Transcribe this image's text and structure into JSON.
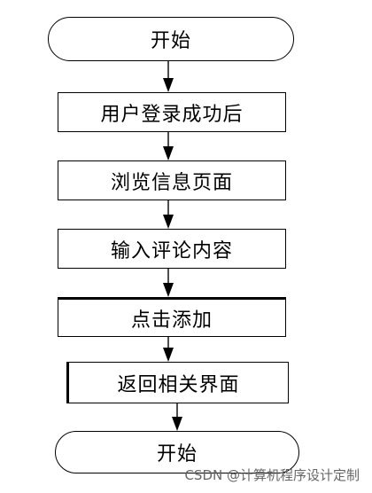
{
  "flowchart": {
    "steps": [
      {
        "label": "开始"
      },
      {
        "label": "用户登录成功后"
      },
      {
        "label": "浏览信息页面"
      },
      {
        "label": "输入评论内容"
      },
      {
        "label": "点击添加"
      },
      {
        "label": "返回相关界面"
      },
      {
        "label": "开始"
      }
    ]
  },
  "watermark": "CSDN @计算机程序设计定制"
}
